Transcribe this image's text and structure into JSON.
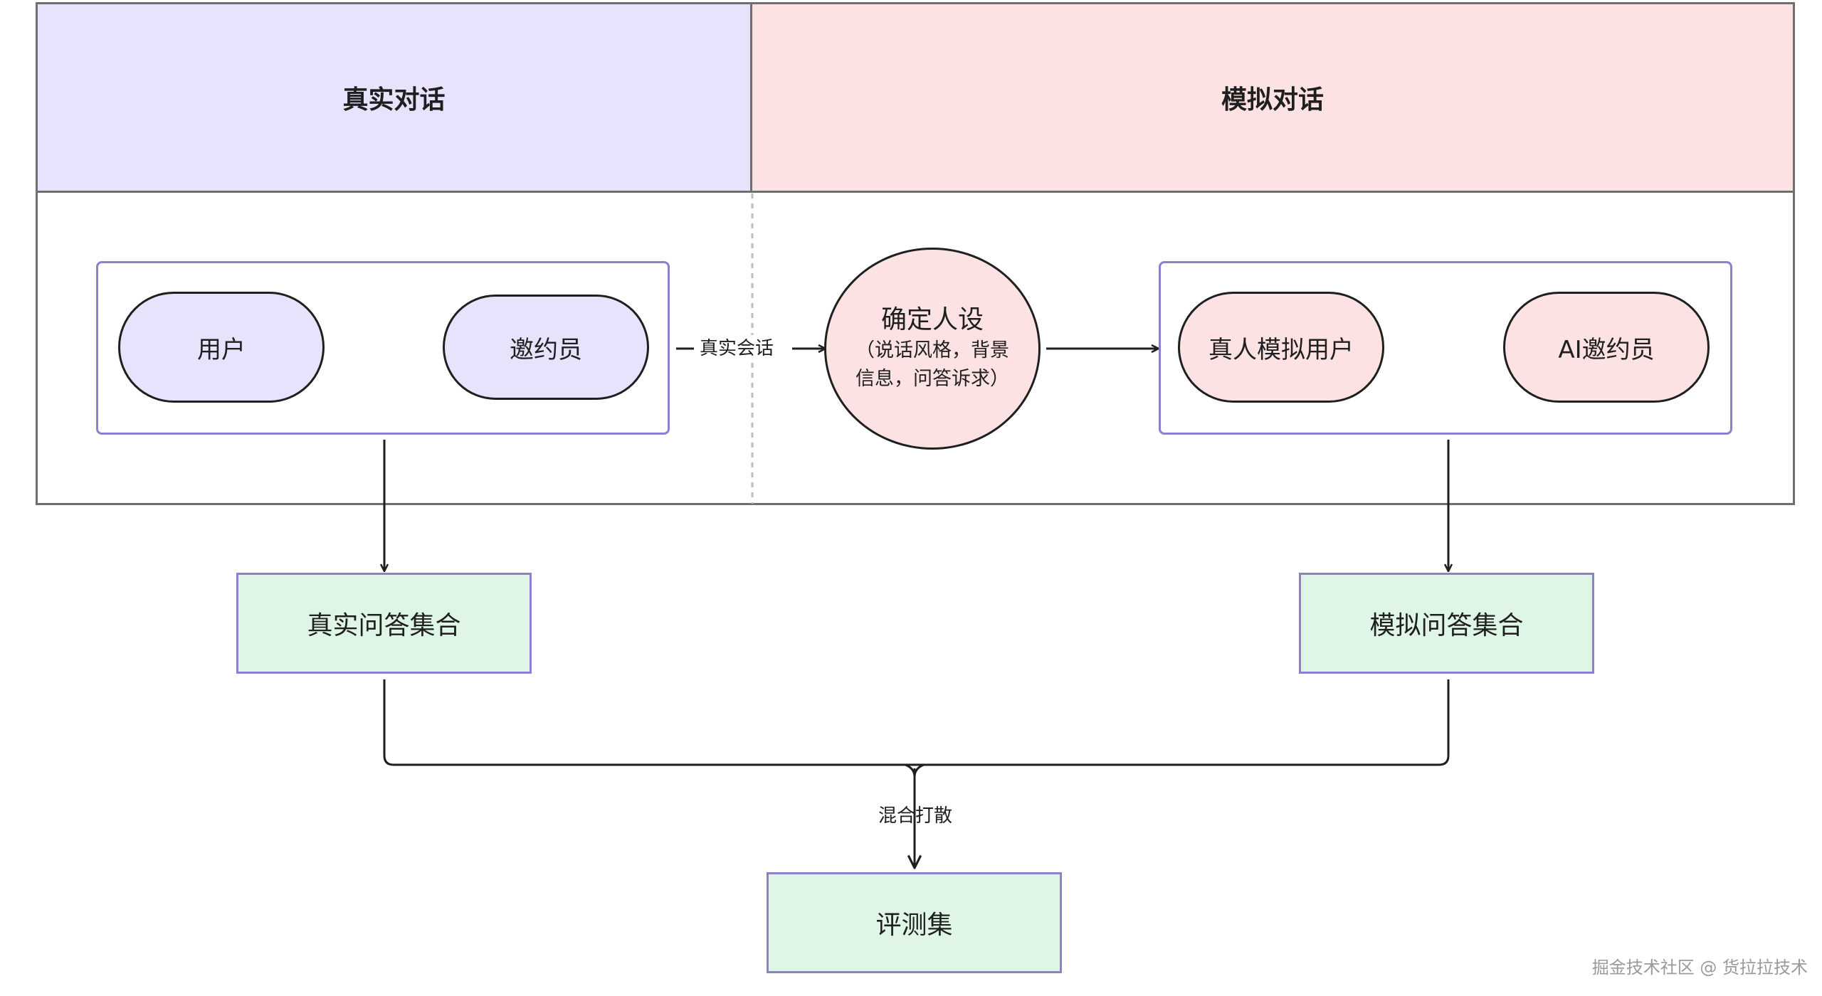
{
  "lanes": {
    "left_title": "真实对话",
    "right_title": "模拟对话"
  },
  "nodes": {
    "user": "用户",
    "inviter": "邀约员",
    "persona_title": "确定人设",
    "persona_detail": "（说话风格，背景信息，问答诉求）",
    "sim_user": "真人模拟用户",
    "ai_inviter": "AI邀约员",
    "real_qa": "真实问答集合",
    "sim_qa": "模拟问答集合",
    "eval_set": "评测集"
  },
  "edges": {
    "real_session": "真实会话",
    "mix_shuffle": "混合打散"
  },
  "watermark": "掘金技术社区 @ 货拉拉技术",
  "colors": {
    "lane_left": "#e8e2fc",
    "lane_right": "#fde2e3",
    "result_box": "#dff6e6",
    "group_border": "#8f7fd0"
  }
}
